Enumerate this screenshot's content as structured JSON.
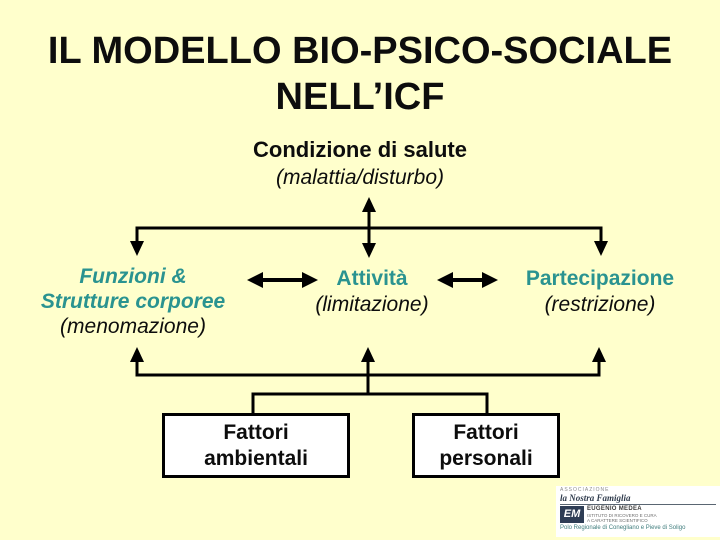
{
  "slide": {
    "title_line1": "IL MODELLO BIO-PSICO-SOCIALE",
    "title_line2": "NELL’ICF",
    "background_color": "#FFFFCC",
    "accent_teal": "#2A9390"
  },
  "health": {
    "label": "Condizione di salute",
    "sublabel": "(malattia/disturbo)"
  },
  "columns": {
    "left": {
      "line1": "Funzioni &",
      "line2": "Strutture corporee",
      "sublabel": "(menomazione)"
    },
    "center": {
      "label": "Attività",
      "sublabel": "(limitazione)"
    },
    "right": {
      "label": "Partecipazione",
      "sublabel": "(restrizione)"
    }
  },
  "boxes": {
    "environmental": {
      "line1": "Fattori",
      "line2": "ambientali"
    },
    "personal": {
      "line1": "Fattori",
      "line2": "personali"
    }
  },
  "logo": {
    "association": "ASSOCIAZIONE",
    "family": "la Nostra Famiglia",
    "em": "EM",
    "institute": "EUGENIO MEDEA",
    "desc1": "ISTITUTO DI RICOVERO E CURA",
    "desc2": "A CARATTERE SCIENTIFICO",
    "region": "Polo Regionale di Conegliano e Pieve di Soligo"
  }
}
